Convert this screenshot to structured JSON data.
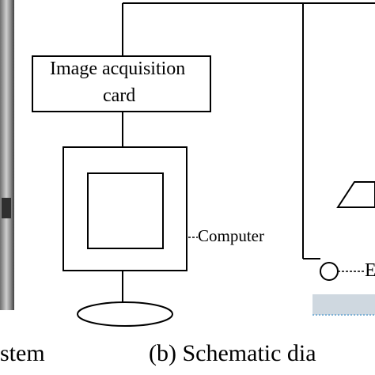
{
  "card": {
    "label_line1": "Image acquisition",
    "label_line2": "card"
  },
  "computer": {
    "label": "Computer"
  },
  "captions": {
    "left": "stem",
    "right": "(b) Schematic dia"
  },
  "right_device": {
    "label": "E"
  },
  "colors": {
    "line": "#000000",
    "water": "#8fb8d8"
  }
}
